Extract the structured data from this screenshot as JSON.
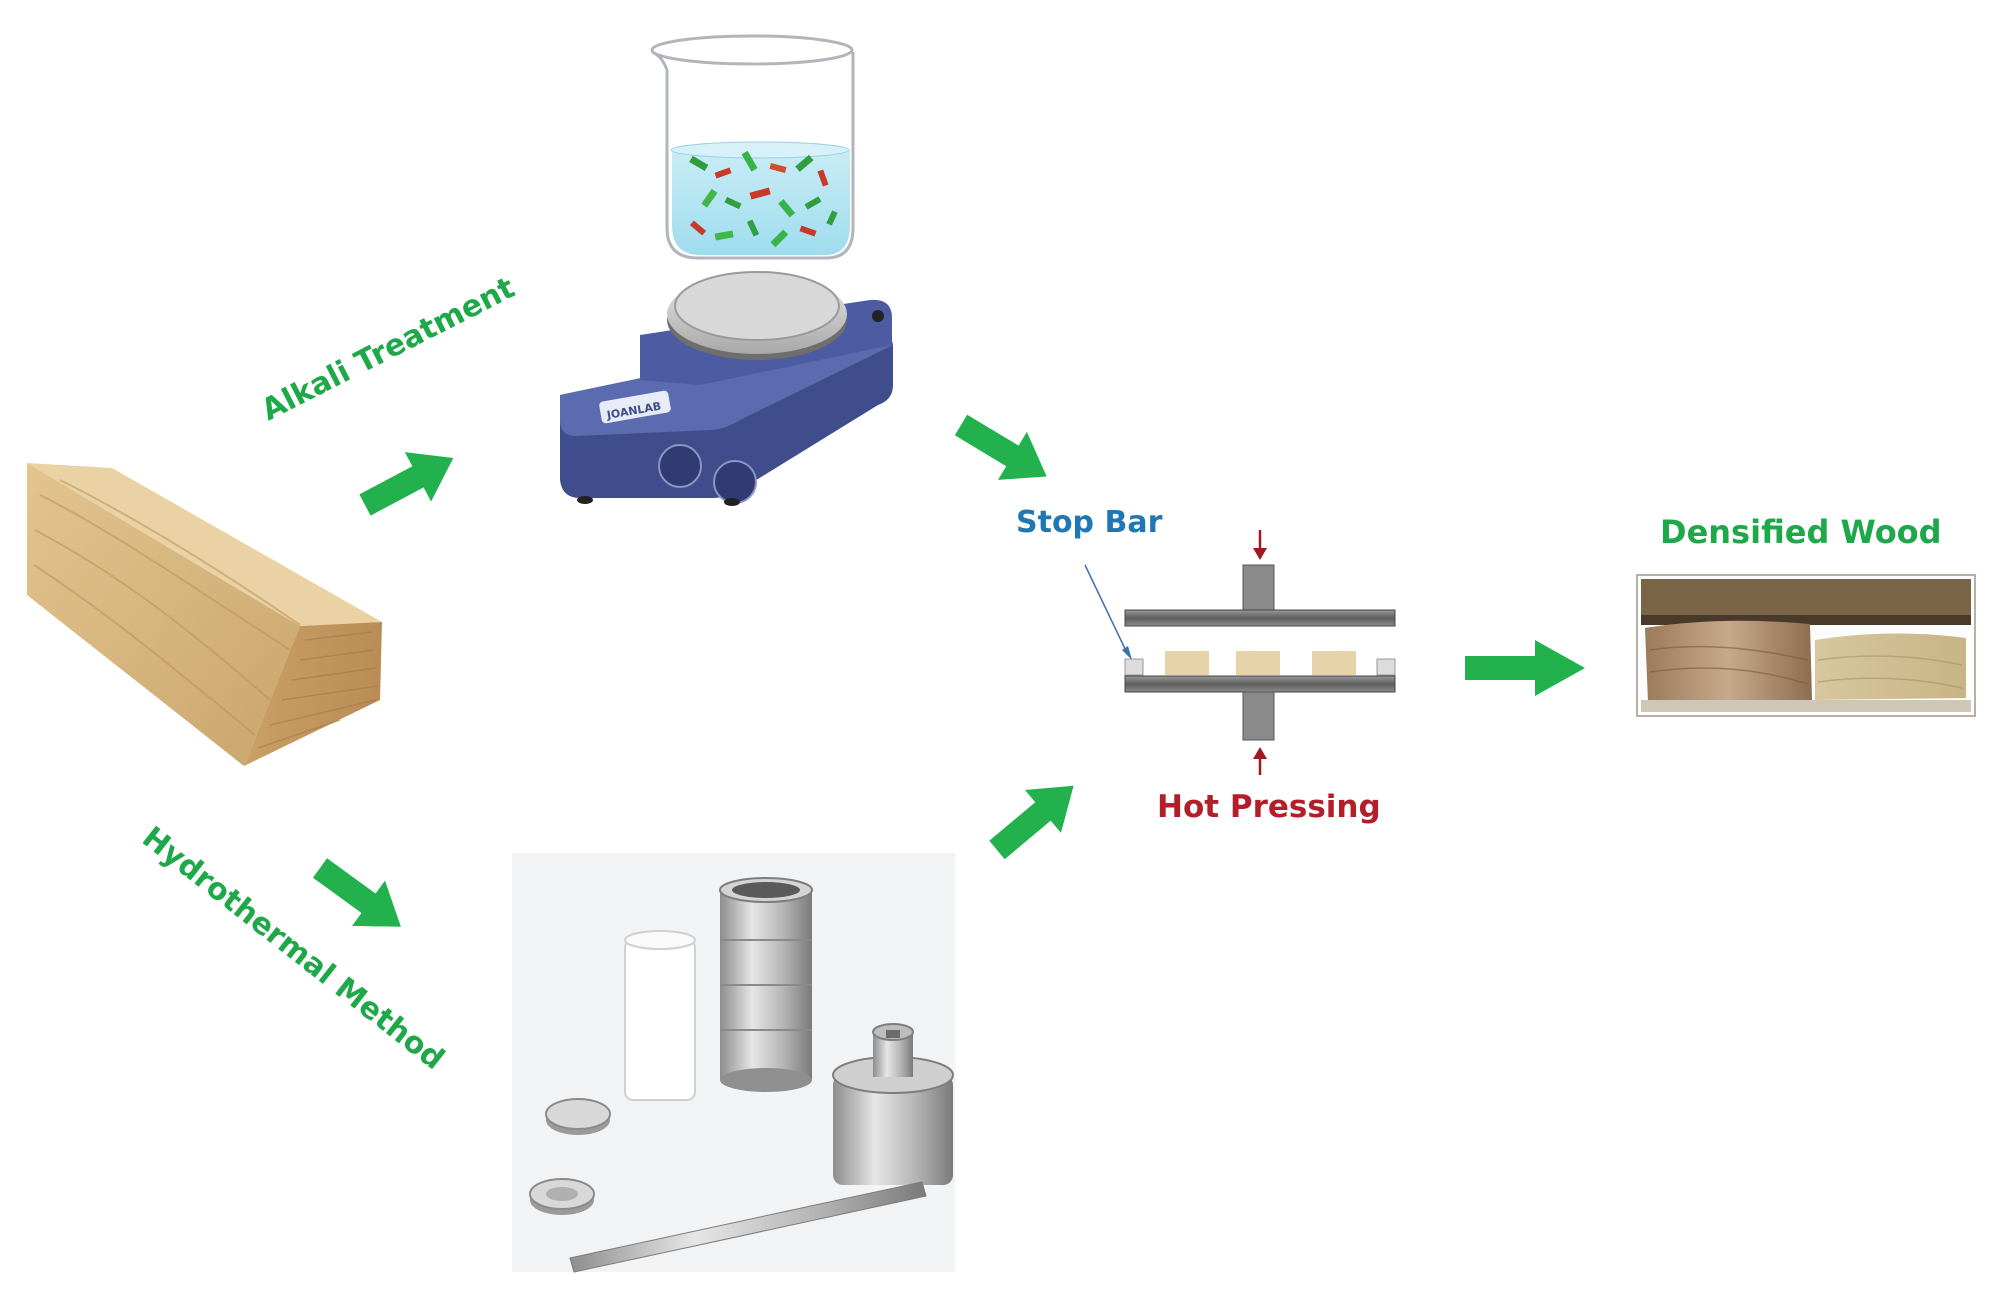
{
  "labels": {
    "alkali": "Alkali Treatment",
    "hydrothermal": "Hydrothermal Method",
    "stop_bar": "Stop Bar",
    "hot_pressing": "Hot Pressing",
    "densified": "Densified Wood"
  },
  "stirrer_brand": "JOANLAB",
  "colors": {
    "green_label": "#1fa84a",
    "green_arrow": "#22b14c",
    "blue_label": "#1f77b4",
    "red_label": "#b41e2a",
    "wood": "#d9b880",
    "hotplate_body": "#4b5a9a",
    "steel": "#c8c8c8",
    "press_plate": "#6a6a6a",
    "press_arrow": "#a0191e"
  },
  "icons": {
    "wood_block": "wood-block-icon",
    "beaker": "beaker-icon",
    "hotplate": "hotplate-icon",
    "autoclave": "autoclave-icon",
    "press": "hot-press-icon",
    "densified_sample": "densified-wood-icon"
  }
}
